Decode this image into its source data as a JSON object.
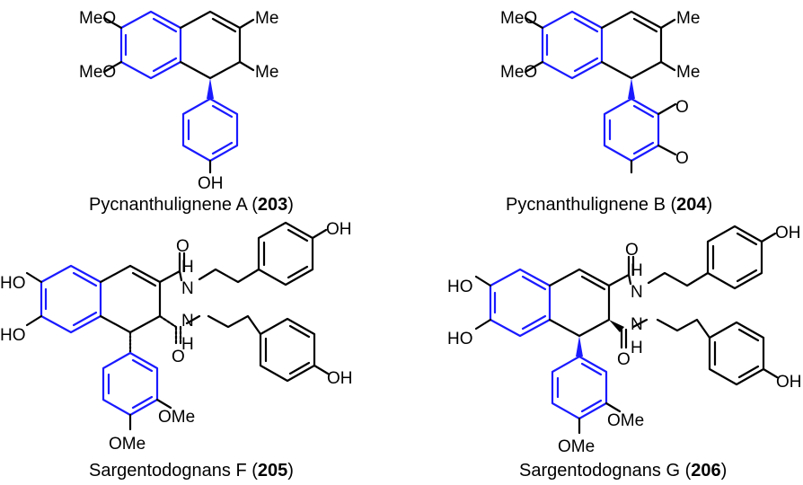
{
  "compounds": [
    {
      "name": "Pycnanthulignene A",
      "number": "203",
      "labels": {
        "ome1": "MeO",
        "ome2": "MeO",
        "me1": "Me",
        "me2": "Me",
        "oh": "OH"
      }
    },
    {
      "name": "Pycnanthulignene B",
      "number": "204",
      "labels": {
        "ome1": "MeO",
        "ome2": "MeO",
        "me1": "Me",
        "me2": "Me",
        "o1": "O",
        "o2": "O"
      }
    },
    {
      "name": "Sargentodognans F",
      "number": "205",
      "labels": {
        "ho1": "HO",
        "ho2": "HO",
        "o1": "O",
        "o2": "O",
        "n1": "N",
        "n2": "N",
        "h1": "H",
        "h2": "H",
        "oh1": "OH",
        "oh2": "OH",
        "ome1": "OMe",
        "ome2": "OMe"
      }
    },
    {
      "name": "Sargentodognans G",
      "number": "206",
      "labels": {
        "ho1": "HO",
        "ho2": "HO",
        "o1": "O",
        "o2": "O",
        "n1": "N",
        "n2": "N",
        "h1": "H",
        "h2": "H",
        "oh1": "OH",
        "oh2": "OH",
        "ome1": "OMe",
        "ome2": "OMe"
      }
    }
  ],
  "colors": {
    "highlight": "#1a1aff",
    "bond": "#000000"
  }
}
